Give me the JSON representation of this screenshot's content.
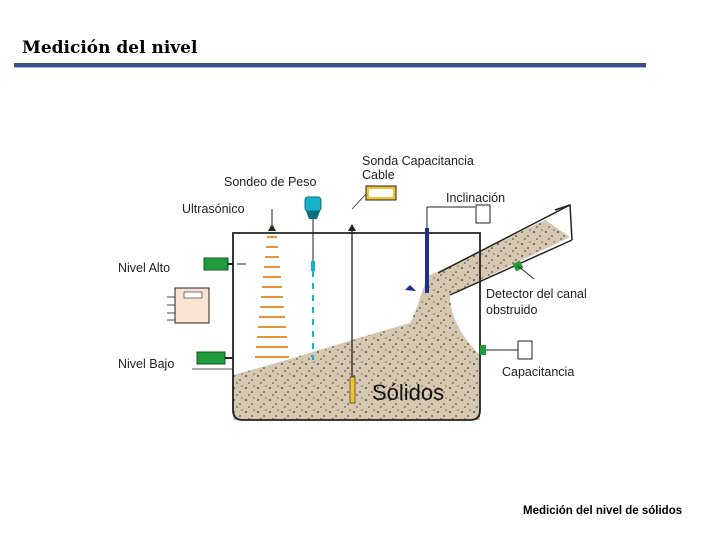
{
  "slide": {
    "title": "Medición del nivel",
    "caption": "Medición del nivel de sólidos"
  },
  "diagram": {
    "labels": {
      "sondeo_peso": "Sondeo de Peso",
      "sonda_capacitancia_1": "Sonda Capacitancia",
      "sonda_capacitancia_2": "Cable",
      "ultrasonico": "Ultrasónico",
      "inclinacion": "Inclinación",
      "nivel_alto": "Nivel Alto",
      "detector_1": "Detector del canal",
      "detector_2": "obstruido",
      "nivel_bajo": "Nivel Bajo",
      "capacitancia": "Capacitancia",
      "solidos": "Sólidos"
    },
    "colors": {
      "solids": "#d6c7b1",
      "ultrasonic": "#e8953a",
      "weight_probe": "#19b3c9",
      "sensor_green": "#1f9c3c",
      "probe_blue": "#1f2f8c",
      "cable_yellow": "#f2c230"
    }
  }
}
